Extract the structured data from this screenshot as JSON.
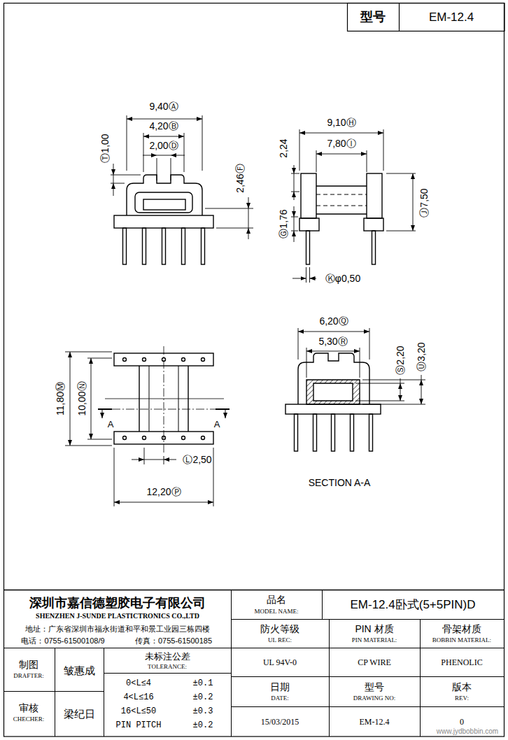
{
  "diagram": {
    "labels": [
      "型号",
      "EM-12.4",
      "9,40Ⓐ",
      "4,20Ⓑ",
      "2,00Ⓓ",
      "Ⓣ1,00",
      "2,46Ⓕ",
      "9,10Ⓗ",
      "7,80Ⓘ",
      "2,24",
      "Ⓖ1,76",
      "Ⓙ7,50",
      "Ⓚφ0,50",
      "6,20Ⓠ",
      "5,30Ⓡ",
      "Ⓢ2,20",
      "Ⓤ3,20",
      "11,80Ⓜ",
      "10,00Ⓝ",
      "A",
      "A",
      "Ⓛ2,50",
      "12,20Ⓟ",
      "SECTION A-A",
      "深圳市嘉信德塑胶电子有限公司",
      "SHENZHEN J-SUNDE PLASTICTRONICS CO.,LTD",
      "地址：广东省深圳市福永街道和平和景工业园三栋四楼",
      "电话：0755-61500108/9",
      "传真：0755-61500185",
      "品名",
      "MODEL NAME:",
      "EM-12.4卧式(5+5PIN)D",
      "防火等级",
      "UL REC:",
      "PIN 材质",
      "PIN MATERIAL:",
      "骨架材质",
      "BOBBIN MATERIAL:",
      "制图",
      "DRAFTER:",
      "皱惠成",
      "未标注公差",
      "TOLERANCE:",
      "UL 94V-0",
      "CP WIRE",
      "PHENOLIC",
      "日期",
      "DATE:",
      "型号",
      "DRAWING NO:",
      "版本",
      "REV:",
      "0<L≤4",
      "±0.1",
      "4<L≤16",
      "±0.2",
      "16<L≤50",
      "±0.3",
      "PIN PITCH",
      "±0.2",
      "审核",
      "CHECHER:",
      "梁纪日",
      "15/03/2015",
      "EM-12.4",
      "0",
      "www.jydbobbin.com"
    ]
  }
}
